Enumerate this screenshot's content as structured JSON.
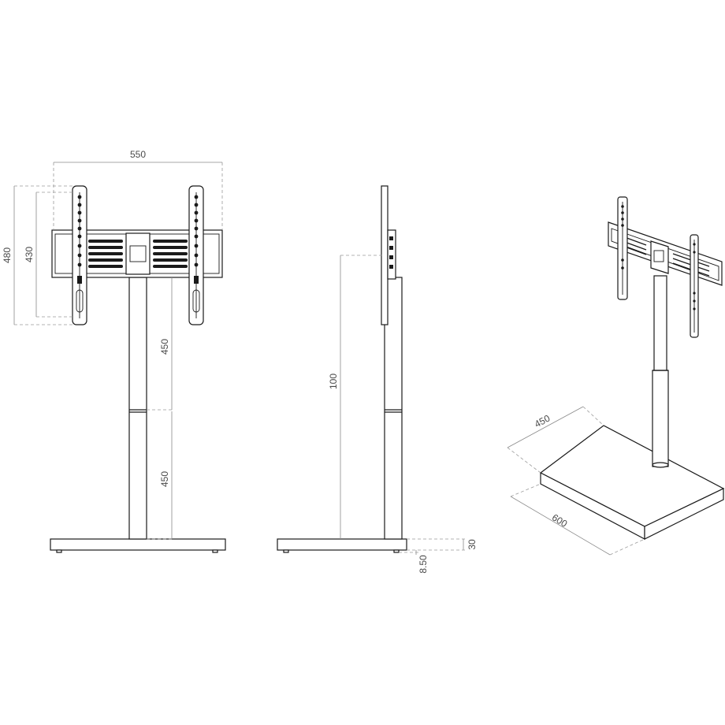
{
  "dimensions": {
    "width_550": "550",
    "height_480": "480",
    "height_430": "430",
    "upper_pole_450": "450",
    "lower_pole_450": "450",
    "side_height_100": "100",
    "base_30": "30",
    "foot_8_50": "8.50",
    "base_depth_450": "450",
    "base_width_600": "600"
  },
  "colors": {
    "line": "#1a1a1a",
    "dimension_line": "#8a8a8a",
    "dimension_text": "#4a4a4a",
    "background": "#ffffff"
  }
}
